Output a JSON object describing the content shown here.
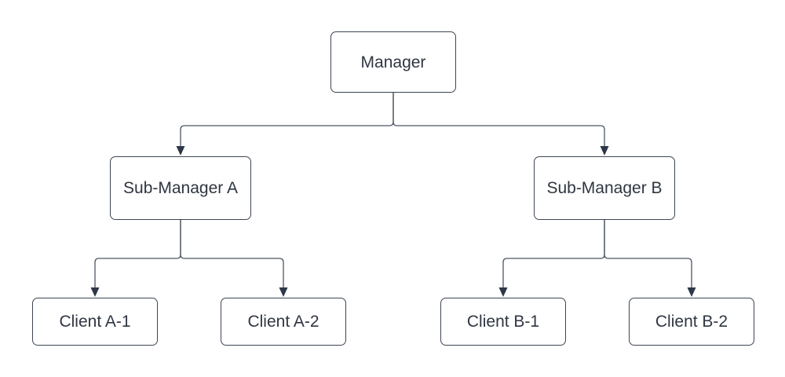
{
  "diagram": {
    "type": "org-chart",
    "nodes": [
      {
        "id": "manager",
        "label": "Manager",
        "level": 0
      },
      {
        "id": "sub-a",
        "label": "Sub-Manager A",
        "level": 1
      },
      {
        "id": "sub-b",
        "label": "Sub-Manager B",
        "level": 1
      },
      {
        "id": "client-a1",
        "label": "Client A-1",
        "level": 2
      },
      {
        "id": "client-a2",
        "label": "Client A-2",
        "level": 2
      },
      {
        "id": "client-b1",
        "label": "Client B-1",
        "level": 2
      },
      {
        "id": "client-b2",
        "label": "Client B-2",
        "level": 2
      }
    ],
    "edges": [
      {
        "from": "manager",
        "to": "sub-a",
        "arrow": "down"
      },
      {
        "from": "manager",
        "to": "sub-b",
        "arrow": "down"
      },
      {
        "from": "sub-a",
        "to": "client-a1",
        "arrow": "down"
      },
      {
        "from": "sub-a",
        "to": "client-a2",
        "arrow": "down"
      },
      {
        "from": "sub-b",
        "to": "client-b1",
        "arrow": "down"
      },
      {
        "from": "sub-b",
        "to": "client-b2",
        "arrow": "down"
      }
    ],
    "colors": {
      "background": "#ffffff",
      "node_fill": "#ffffff",
      "node_border": "#3d4654",
      "node_text": "#2f3642",
      "connector": "#4d5665",
      "arrowhead": "#2d3748"
    }
  }
}
